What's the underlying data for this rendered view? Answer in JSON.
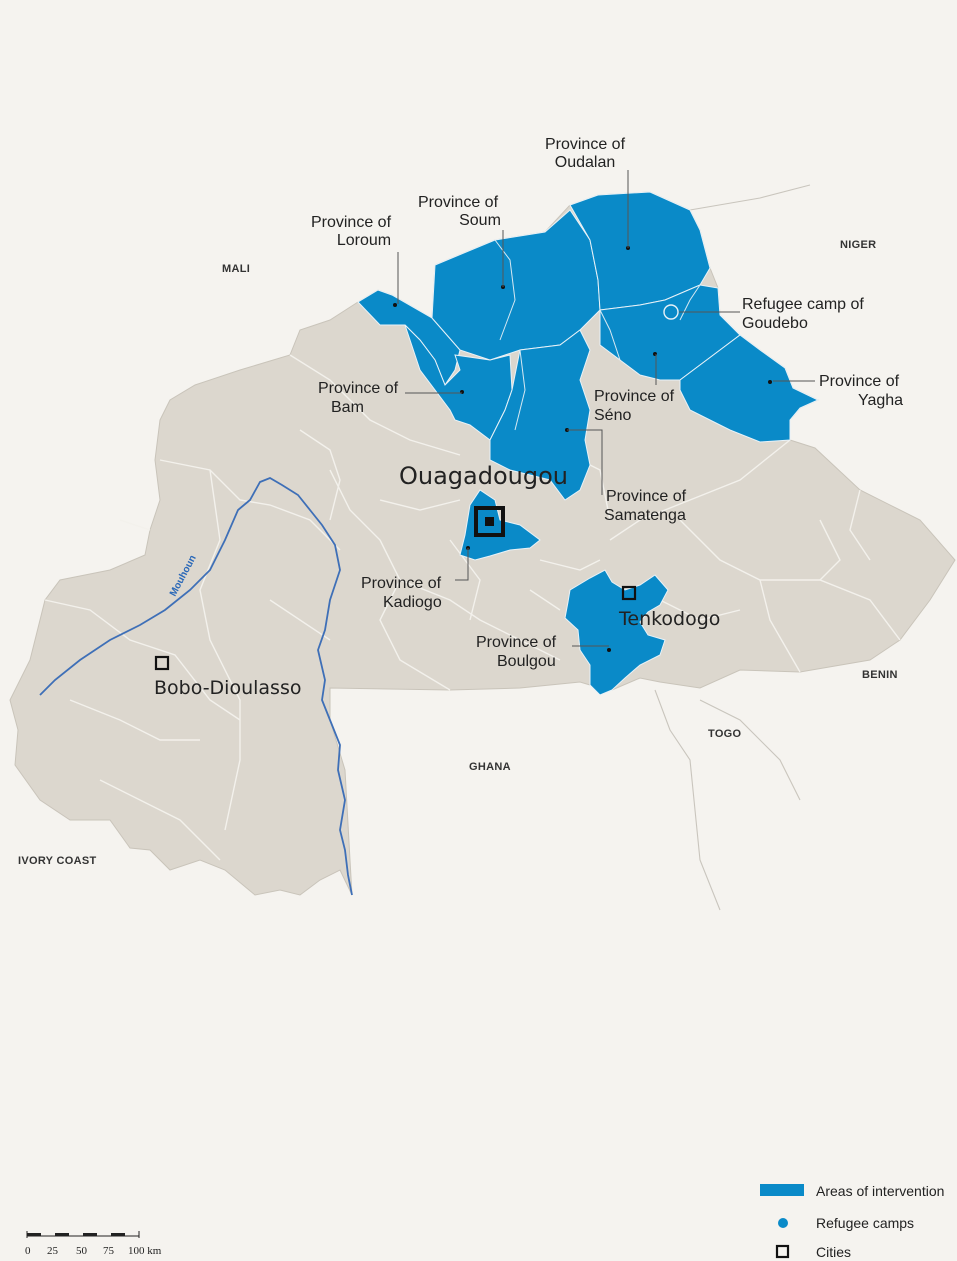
{
  "colors": {
    "background": "#f5f3ef",
    "country_fill": "#dcd7ce",
    "intervention_fill": "#0a8ac8",
    "river": "#3e6fb7",
    "internal_border": "#f3f1ec"
  },
  "countries": {
    "mali": "MALI",
    "niger": "NIGER",
    "benin": "BENIN",
    "togo": "TOGO",
    "ghana": "GHANA",
    "ivory_coast": "IVORY COAST"
  },
  "provinces": {
    "oudalan": [
      "Province of",
      "Oudalan"
    ],
    "soum": [
      "Province of",
      "Soum"
    ],
    "loroum": [
      "Province of",
      "Loroum"
    ],
    "bam": [
      "Province of",
      "Bam"
    ],
    "seno": [
      "Province of",
      "Séno"
    ],
    "yagha": [
      "Province of",
      "Yagha"
    ],
    "samatenga": [
      "Province of",
      "Samatenga"
    ],
    "kadiogo": [
      "Province of",
      "Kadiogo"
    ],
    "boulgou": [
      "Province of",
      "Boulgou"
    ]
  },
  "camp": [
    "Refugee camp of",
    "Goudebo"
  ],
  "cities": {
    "ouagadougou": "Ouagadougou",
    "tenkodogo": "Tenkodogo",
    "bobo": "Bobo-Dioulasso"
  },
  "river": "Mouhoun",
  "scale": {
    "ticks": [
      "0",
      "25",
      "50",
      "75",
      "100 km"
    ]
  },
  "legend": {
    "areas": "Areas of intervention",
    "camps": "Refugee camps",
    "cities": "Cities"
  }
}
